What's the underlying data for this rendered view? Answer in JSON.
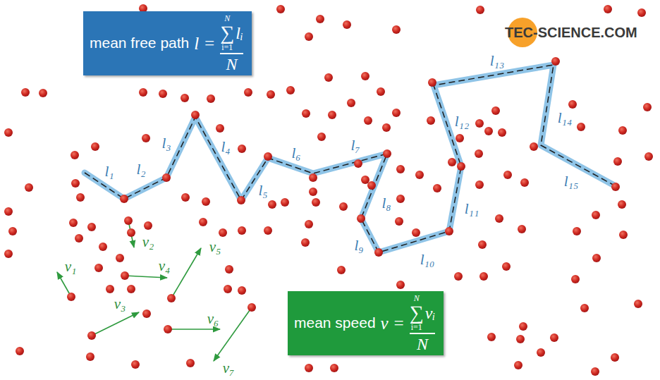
{
  "diagram": {
    "nodes": [
      {
        "text": [
          "mean free path",
          "l =",
          "N",
          "∑",
          "i=1",
          "lᵢ",
          "N"
        ]
      },
      {
        "text": [
          "mean speed",
          "v =",
          "N",
          "∑",
          "i=1",
          "vᵢ",
          "N"
        ]
      }
    ],
    "labels": [
      "l₁",
      "l₂",
      "l₃",
      "l₄",
      "l₅",
      "l₆",
      "l₇",
      "l₈",
      "l₉",
      "l₁₀",
      "l₁₁",
      "l₁₂",
      "l₁₃",
      "l₁₄",
      "l₁₅",
      "v₁",
      "v₂",
      "v₃",
      "v₄",
      "v₅",
      "v₆",
      "v₇",
      "TEC-SCIENCE.COM"
    ]
  }
}
